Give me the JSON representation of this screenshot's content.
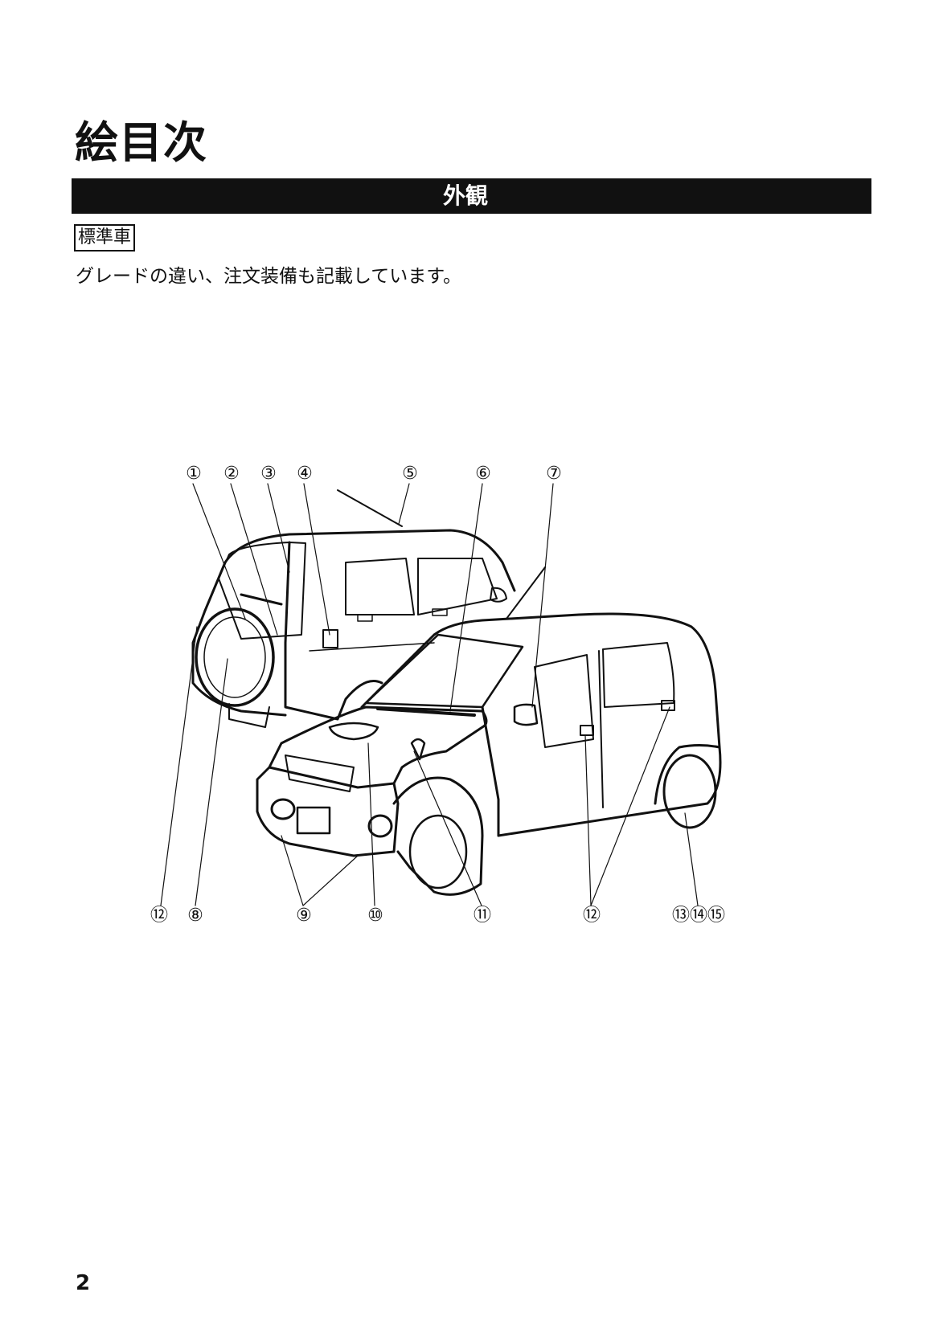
{
  "header": {
    "title": "絵目次",
    "section": "外観"
  },
  "grade_badge": "標準車",
  "description": "グレードの違い、注文装備も記載しています。",
  "callouts": {
    "top": [
      "①",
      "②",
      "③",
      "④",
      "⑤",
      "⑥",
      "⑦"
    ],
    "bottom": [
      "⑫",
      "⑧",
      "⑨",
      "⑩",
      "⑪",
      "⑫",
      "⑬⑭⑮"
    ]
  },
  "page_number": "2"
}
